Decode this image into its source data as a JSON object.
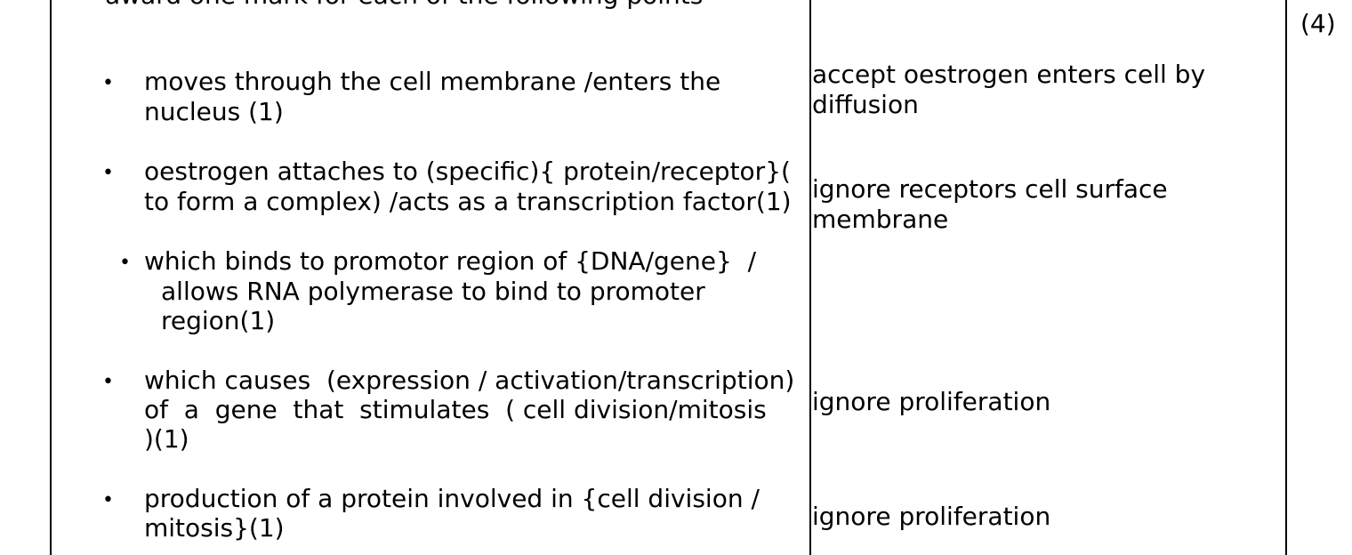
{
  "question_intro": "award one mark for each of the following points",
  "marks": "(4)",
  "answer_points": [
    {
      "line1": "moves through the cell membrane /enters the",
      "line2": "nucleus (1)",
      "line3": ""
    },
    {
      "line1": "oestrogen attaches to (specific){ protein/receptor}(",
      "line2": "to form a complex) /acts as a transcription factor(1)",
      "line3": ""
    },
    {
      "line1": "which binds to promotor region of {DNA/gene}  /",
      "line2": "allows RNA polymerase to bind to promoter",
      "line3": "region(1)"
    },
    {
      "line1": "which causes  (expression / activation/transcription)",
      "line2": "of  a  gene  that  stimulates  ( cell division/mitosis",
      "line3": ")(1)"
    },
    {
      "line1": "production of a protein involved in {cell division /",
      "line2": "mitosis}(1)",
      "line3": ""
    }
  ],
  "guidance_notes": [
    {
      "line1": "accept oestrogen enters cell by",
      "line2": "diffusion"
    },
    {
      "line1": "ignore receptors cell surface",
      "line2": "membrane"
    },
    {
      "line1": "ignore proliferation",
      "line2": ""
    },
    {
      "line1": "ignore proliferation",
      "line2": ""
    }
  ],
  "bullet_symbol": "•"
}
